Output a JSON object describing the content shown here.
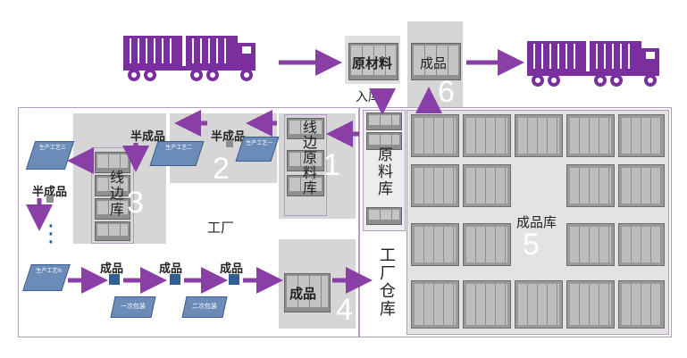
{
  "labels": {
    "raw_material": "原材料",
    "inbound": "入库",
    "finished_top": "成品",
    "semi_1": "半成品",
    "semi_2": "半成品",
    "semi_3": "半成品",
    "line_raw": "线边原料库",
    "line_store": "线边库",
    "raw_store": "原料库",
    "factory": "工厂",
    "factory_warehouse": "工厂仓库",
    "finished_store": "成品库",
    "finished_a": "成品",
    "finished_b": "成品",
    "finished_c": "成品",
    "finished_box": "成品",
    "dots": "⋮"
  },
  "steps": {
    "p1": "生产工艺一",
    "p2": "生产工艺二",
    "p3": "生产工艺三",
    "pn": "生产工艺N",
    "pack1": "一次包装",
    "pack2": "二次包装"
  },
  "numbers": {
    "n1": "1",
    "n2": "2",
    "n3": "3",
    "n4": "4",
    "n5": "5",
    "n6": "6"
  },
  "colors": {
    "truck": "#7b2f9e",
    "arrow": "#8a3fa6",
    "border": "#b59ac4",
    "gray": "#d6d6d6"
  },
  "icons": {
    "truck_in": "truck-icon",
    "truck_out": "truck-icon"
  }
}
